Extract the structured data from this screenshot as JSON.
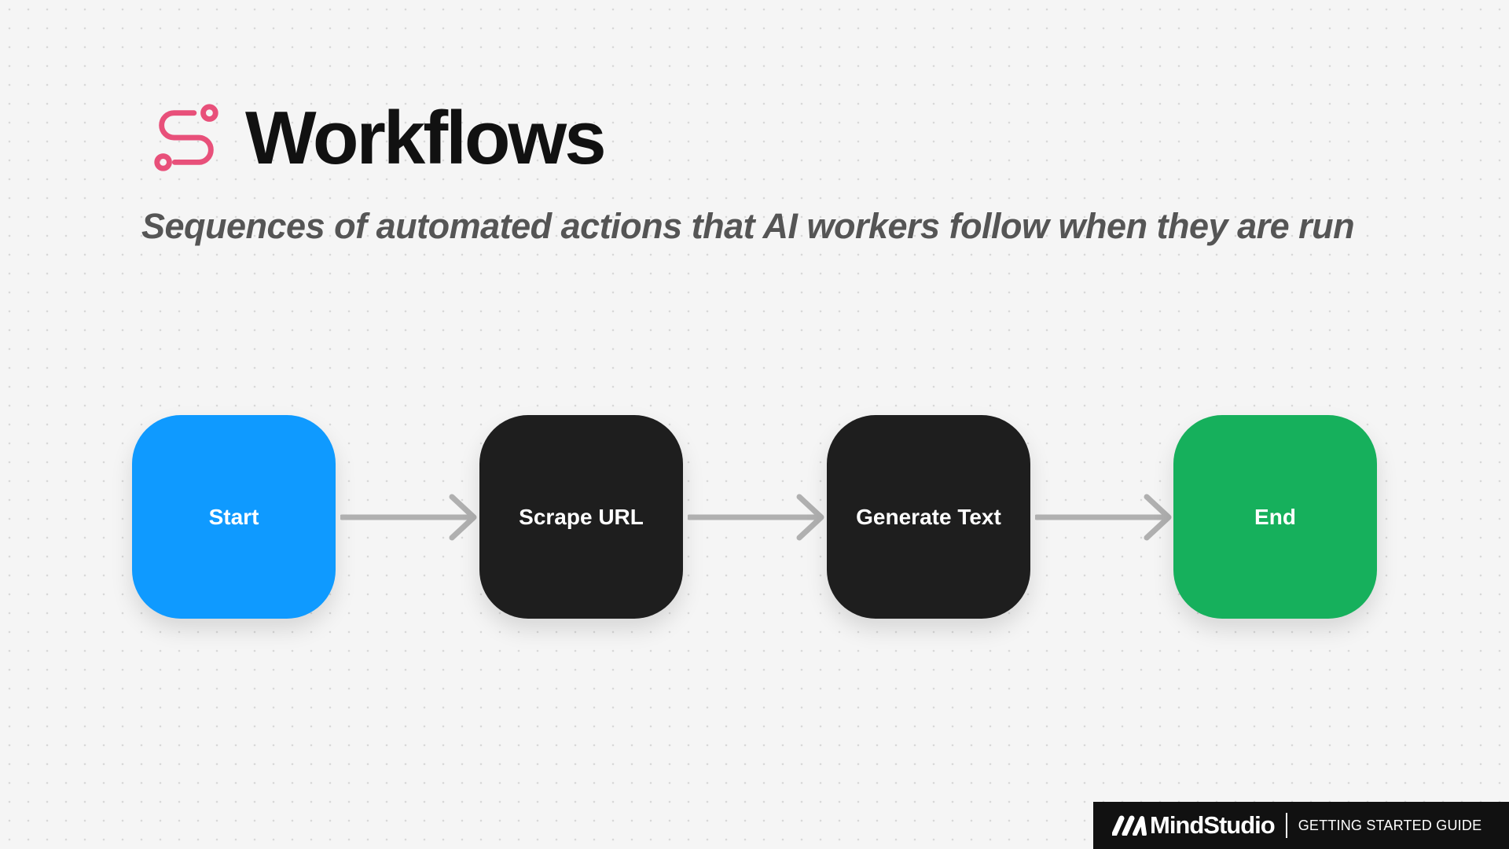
{
  "header": {
    "title": "Workflows",
    "icon": "workflow-route-icon",
    "icon_color": "#e8507a",
    "subtitle": "Sequences of automated actions that AI workers follow when they are run"
  },
  "flow": {
    "nodes": [
      {
        "label": "Start",
        "color": "#0f9aff"
      },
      {
        "label": "Scrape URL",
        "color": "#1e1e1e"
      },
      {
        "label": "Generate Text",
        "color": "#1e1e1e"
      },
      {
        "label": "End",
        "color": "#16b05c"
      }
    ],
    "connector_color": "#b0b0b0",
    "connector_icon": "arrow-right-icon"
  },
  "footer": {
    "brand": "MindStudio",
    "brand_icon": "mindstudio-logo-icon",
    "guide_label": "GETTING STARTED GUIDE"
  }
}
